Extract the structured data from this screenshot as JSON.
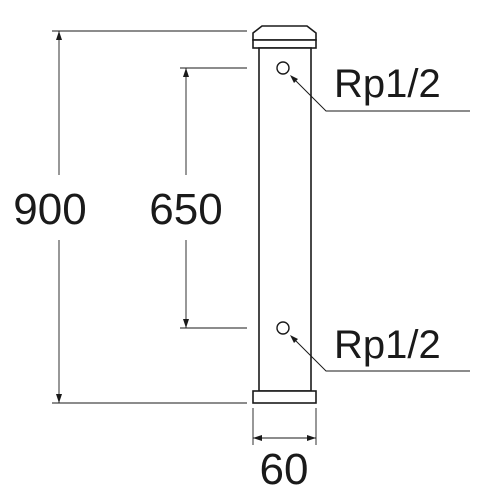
{
  "dimensions": {
    "total_height": "900",
    "inlet_spacing": "650",
    "width": "60"
  },
  "callouts": {
    "upper_port": "Rp1/2",
    "lower_port": "Rp1/2"
  },
  "colors": {
    "line": "#1a1a1a",
    "background": "#ffffff"
  }
}
